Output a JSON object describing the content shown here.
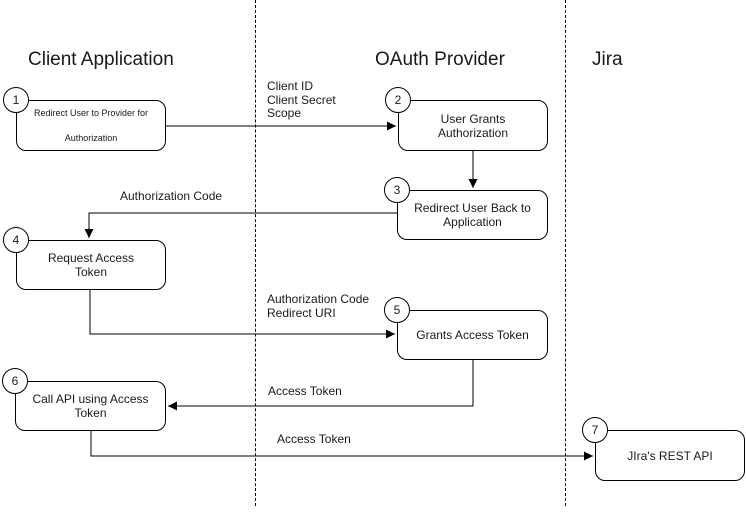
{
  "diagram": {
    "lanes": [
      {
        "title": "Client Application"
      },
      {
        "title": "OAuth Provider"
      },
      {
        "title": "Jira"
      }
    ],
    "nodes": [
      {
        "number": "1",
        "label": "Redirect User to Provider for\nAuthorization"
      },
      {
        "number": "2",
        "label": "User Grants Authorization"
      },
      {
        "number": "3",
        "label": "Redirect User Back to\nApplication"
      },
      {
        "number": "4",
        "label": "Request Access\nToken"
      },
      {
        "number": "5",
        "label": "Grants Access Token"
      },
      {
        "number": "6",
        "label": "Call API using Access\nToken"
      },
      {
        "number": "7",
        "label": "JIra's REST API"
      }
    ],
    "edges": [
      {
        "label": "Client ID\nClient Secret\nScope"
      },
      {
        "label": ""
      },
      {
        "label": "Authorization Code"
      },
      {
        "label": "Authorization Code\nRedirect URI"
      },
      {
        "label": "Access Token"
      },
      {
        "label": "Access Token"
      }
    ],
    "colors": {
      "stroke": "#000000",
      "text": "#1a1a1a",
      "background": "#ffffff"
    }
  }
}
